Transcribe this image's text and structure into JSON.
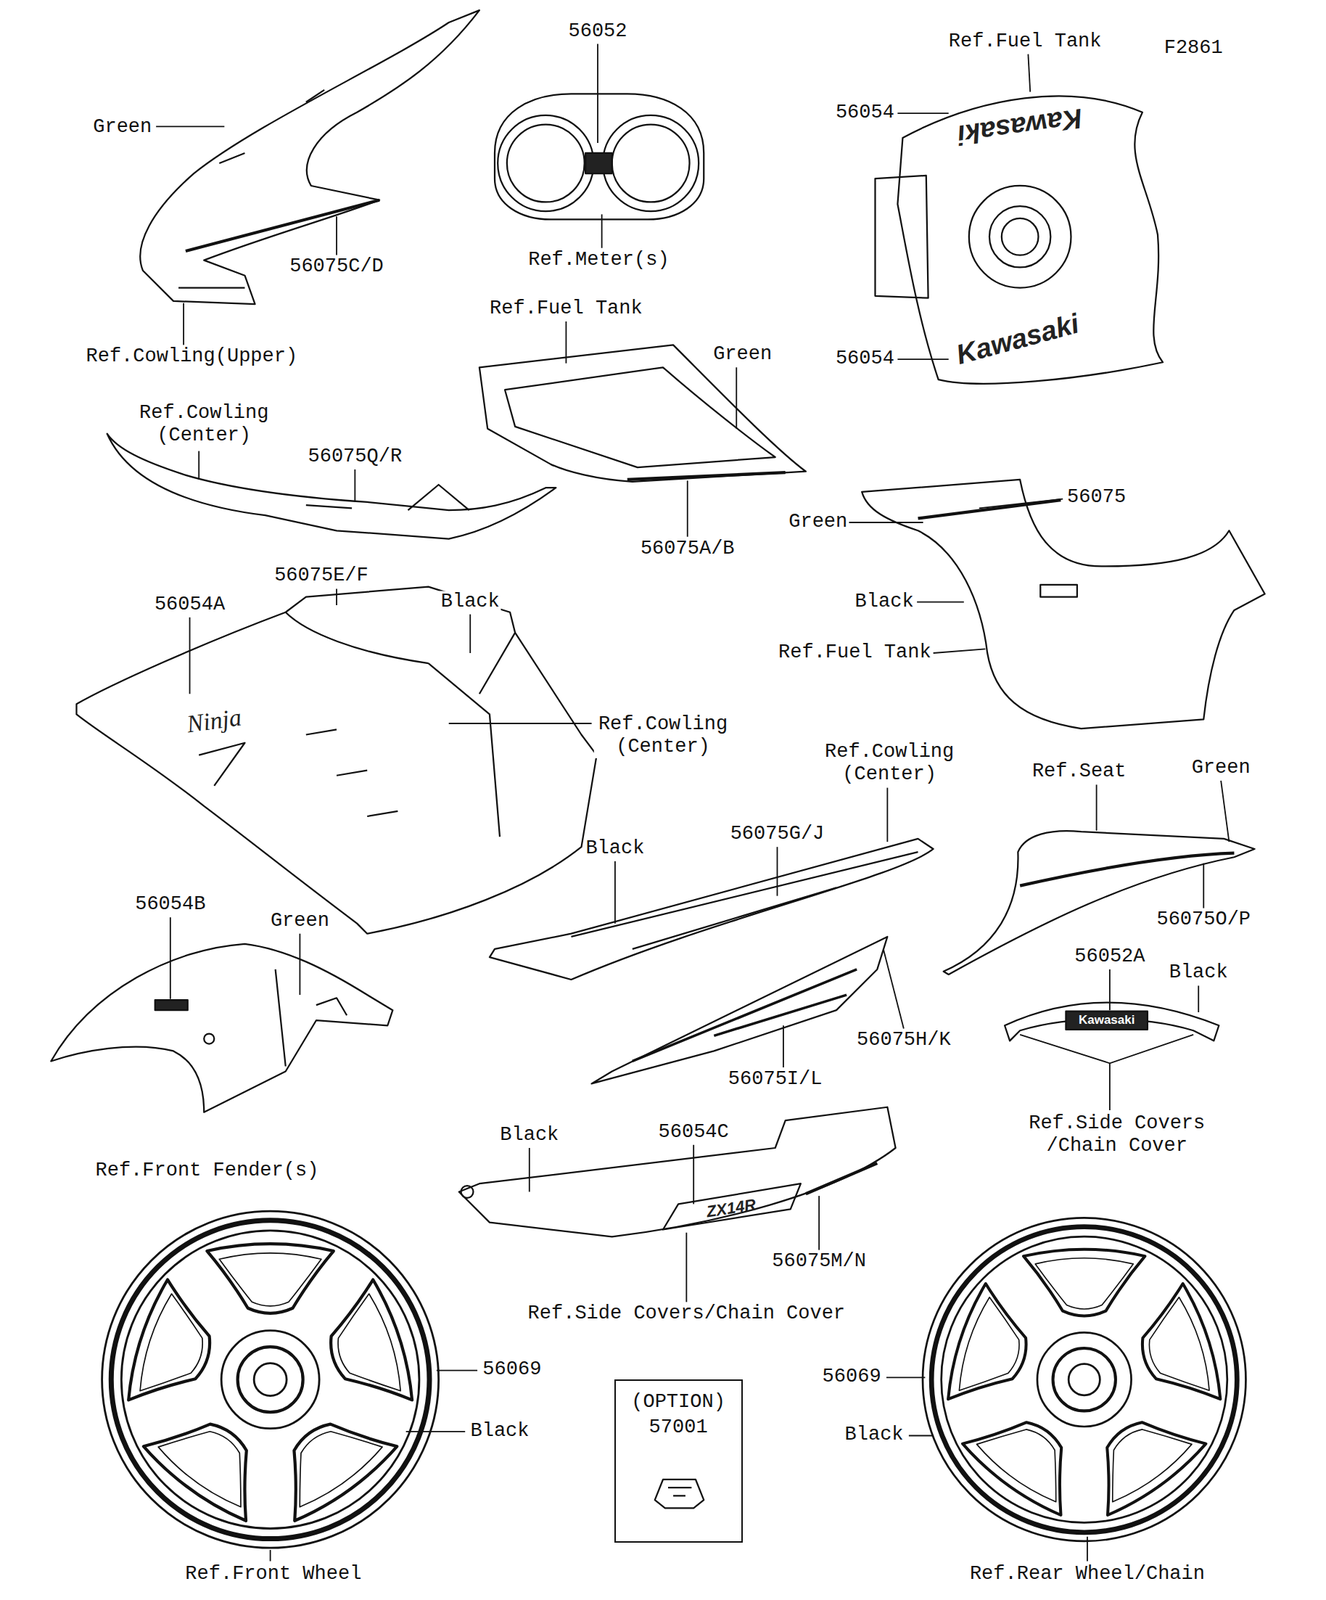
{
  "diagram": {
    "nodes": [
      {
        "text": [
          "(OPTION)",
          "57001"
        ]
      }
    ],
    "labels": [
      "F2861",
      "Ref.Fuel Tank",
      "56054",
      "Kawasaki",
      "56052",
      "Green",
      "56075C/D",
      "Ref.Meter(s)",
      "Ref.Cowling(Upper)",
      "Ref.Fuel Tank",
      "Kawasaki",
      "56054",
      "Green",
      "Ref.Cowling (Center)",
      "56075Q/R",
      "56075",
      "Green",
      "56075A/B",
      "56075E/F",
      "56054A",
      "Black",
      "Black",
      "Ref.Fuel Tank",
      "Ninja",
      "Ref.Cowling (Center)",
      "Ref.Cowling (Center)",
      "Ref.Seat",
      "Green",
      "56075G/J",
      "Black",
      "56054B",
      "Green",
      "56075O/P",
      "56052A",
      "Black",
      "Kawasaki",
      "56075H/K",
      "56075I/L",
      "Ref.Side Covers /Chain Cover",
      "Black",
      "56054C",
      "Ref.Front Fender(s)",
      "ZX14R",
      "56075M/N",
      "Ref.Side Covers/Chain Cover",
      "56069",
      "56069",
      "Black",
      "Black",
      "Ref.Front Wheel",
      "Ref.Rear Wheel/Chain"
    ]
  }
}
